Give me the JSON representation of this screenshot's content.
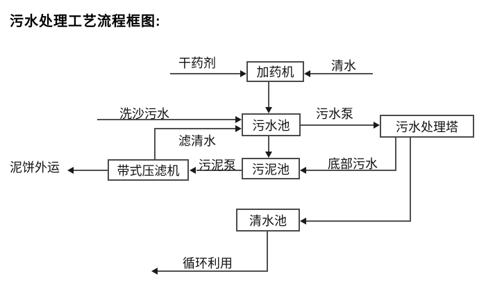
{
  "page": {
    "title": "污水处理工艺流程框图:"
  },
  "colors": {
    "background": "#ffffff",
    "line": "#4f4f4f",
    "box_border": "#4a4a4a",
    "arrow": "#1a1a1a",
    "text": "#111111"
  },
  "nodes": {
    "dosing_machine": "加药机",
    "sewage_pool": "污水池",
    "sludge_pool": "污泥池",
    "belt_filter_press": "带式压滤机",
    "sewage_treatment_tower": "污水处理塔",
    "clean_water_pool": "清水池"
  },
  "edge_labels": {
    "dry_agent": "干药剂",
    "clean_water": "清水",
    "sand_washing_sewage": "洗沙污水",
    "filtered_water": "滤清水",
    "sewage_pump": "污水泵",
    "sludge_pump": "污泥泵",
    "mud_cake_out": "泥饼外运",
    "bottom_sewage": "底部污水",
    "recycle_use": "循环利用"
  }
}
